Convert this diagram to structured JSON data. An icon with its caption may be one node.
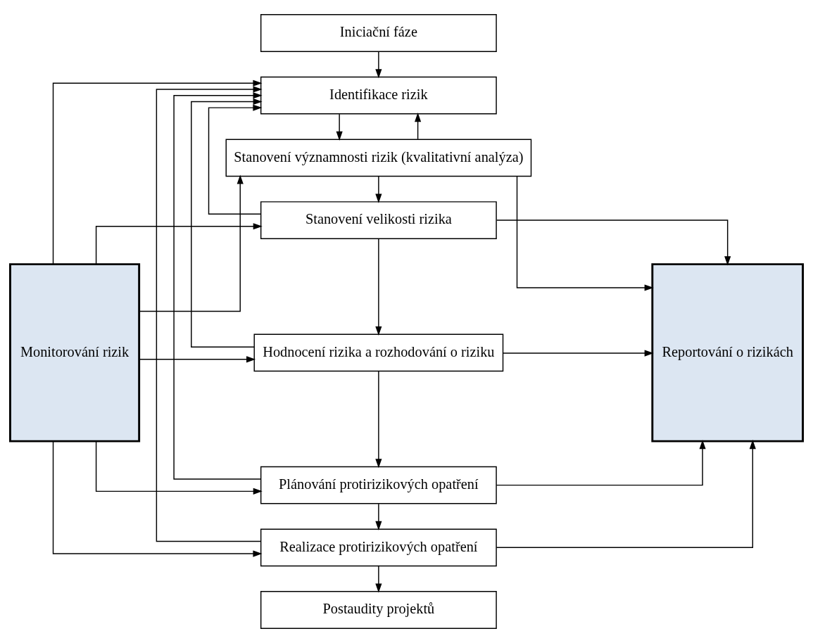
{
  "diagram": {
    "nodes": [
      {
        "text": [
          "Monitorování rizik"
        ]
      },
      {
        "text": [
          "Iniciační fáze"
        ]
      },
      {
        "text": [
          "Identifikace rizik"
        ]
      },
      {
        "text": [
          "Stanovení významnosti rizik (kvalitativní analýza)"
        ]
      },
      {
        "text": [
          "Stanovení velikosti rizika"
        ]
      },
      {
        "text": [
          "Hodnocení rizika a rozhodování o riziku"
        ]
      },
      {
        "text": [
          "Plánování protirizikových opatření"
        ]
      },
      {
        "text": [
          "Realizace protirizikových opatření"
        ]
      },
      {
        "text": [
          "Postaudity projektů"
        ]
      },
      {
        "text": [
          "Reportování o rizikách"
        ]
      }
    ],
    "edges": [
      {
        "from": 1,
        "to": 2,
        "arrow": "to"
      },
      {
        "from": 2,
        "to": 3,
        "arrow": "to"
      },
      {
        "from": 3,
        "to": 4,
        "arrow": "to"
      },
      {
        "from": 4,
        "to": 5,
        "arrow": "to"
      },
      {
        "from": 5,
        "to": 6,
        "arrow": "to"
      },
      {
        "from": 6,
        "to": 7,
        "arrow": "to"
      },
      {
        "from": 7,
        "to": 8,
        "arrow": "to"
      },
      {
        "from": 0,
        "to": 2,
        "arrow": "to"
      },
      {
        "from": 0,
        "to": 3,
        "arrow": "to"
      },
      {
        "from": 0,
        "to": 4,
        "arrow": "to"
      },
      {
        "from": 0,
        "to": 5,
        "arrow": "to"
      },
      {
        "from": 0,
        "to": 6,
        "arrow": "to"
      },
      {
        "from": 0,
        "to": 7,
        "arrow": "to"
      },
      {
        "from": 3,
        "to": 9,
        "arrow": "to"
      },
      {
        "from": 4,
        "to": 9,
        "arrow": "to"
      },
      {
        "from": 5,
        "to": 9,
        "arrow": "to"
      },
      {
        "from": 6,
        "to": 9,
        "arrow": "to"
      },
      {
        "from": 7,
        "to": 9,
        "arrow": "to"
      },
      {
        "from": 3,
        "to": 2,
        "arrow": "to"
      },
      {
        "from": 4,
        "to": 2,
        "arrow": "to"
      },
      {
        "from": 5,
        "to": 2,
        "arrow": "to"
      },
      {
        "from": 6,
        "to": 2,
        "arrow": "to"
      },
      {
        "from": 7,
        "to": 2,
        "arrow": "to"
      }
    ]
  }
}
